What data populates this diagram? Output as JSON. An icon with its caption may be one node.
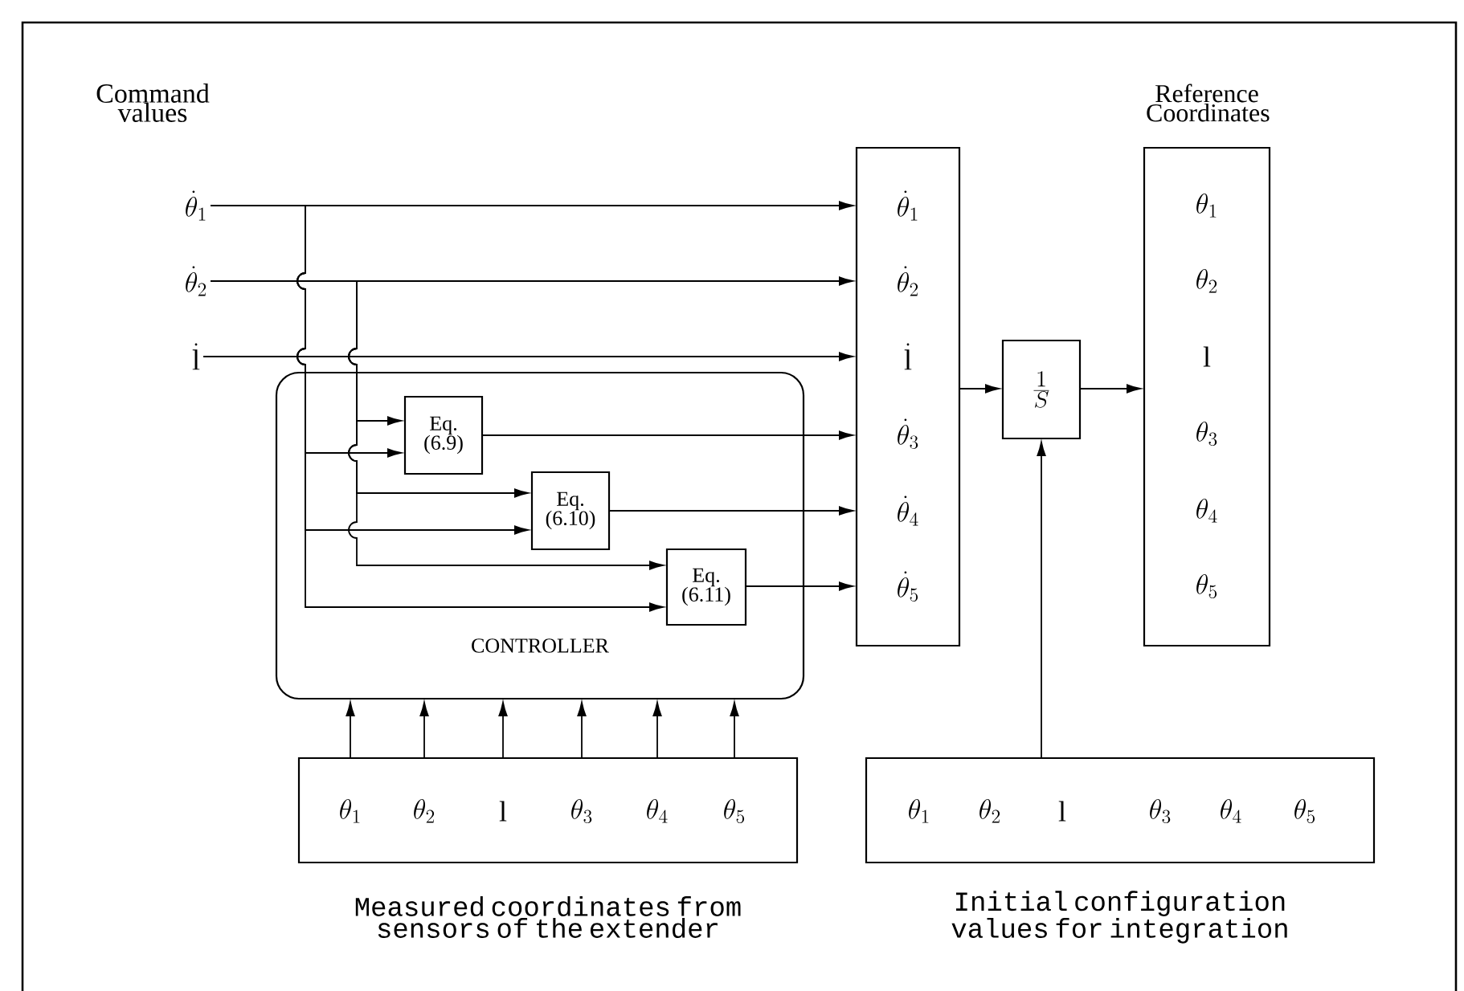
{
  "diagram": {
    "nodes": [
      {
        "text": [
          "\\dot{\\theta}_{1}"
        ]
      },
      {
        "text": [
          "\\dot{\\theta}_{2}"
        ]
      },
      {
        "text": [
          "\\dot{\\mathrm{l}}"
        ]
      },
      {
        "text": [
          "CONTROLLER"
        ]
      },
      {
        "text": [
          "Eq. (6.9)"
        ],
        "in": 3
      },
      {
        "text": [
          "Eq. (6.10)"
        ],
        "in": 3
      },
      {
        "text": [
          "Eq. (6.11)"
        ],
        "in": 3
      },
      {
        "text": [
          "\\dot{\\theta}_{1}",
          "\\dot{\\theta}_{2}",
          "\\dot{\\mathrm{l}}",
          "\\dot{\\theta}_{3}",
          "\\dot{\\theta}_{4}",
          "\\dot{\\theta}_{5}"
        ]
      },
      {
        "text": [
          "\\frac{1}{S}"
        ]
      },
      {
        "text": [
          "Reference Coordinates",
          "\\theta_{1}",
          "\\theta_{2}",
          "\\mathrm{l}",
          "\\theta_{3}",
          "\\theta_{4}",
          "\\theta_{5}"
        ]
      },
      {
        "text": [
          "\\theta_{1}",
          "\\theta_{2}",
          "\\mathrm{l}",
          "\\theta_{3}",
          "\\theta_{4}",
          "\\theta_{5}"
        ],
        "beside": [
          "Measured coordinates from sensors of the extender"
        ]
      },
      {
        "text": [
          "\\theta_{1}",
          "\\theta_{2}",
          "\\mathrm{l}",
          "\\theta_{3}",
          "\\theta_{4}",
          "\\theta_{5}"
        ],
        "beside": [
          "Initial configuration values for integration"
        ]
      }
    ],
    "edges": [
      {
        "from": 0,
        "to": 7,
        "arrow": "to"
      },
      {
        "from": 1,
        "to": 7,
        "arrow": "to"
      },
      {
        "from": 2,
        "to": 7,
        "arrow": "to"
      },
      {
        "from": 0,
        "to": 4,
        "arrow": "to"
      },
      {
        "from": 0,
        "to": 5,
        "arrow": "to"
      },
      {
        "from": 0,
        "to": 6,
        "arrow": "to"
      },
      {
        "from": 1,
        "to": 4,
        "arrow": "to"
      },
      {
        "from": 1,
        "to": 5,
        "arrow": "to"
      },
      {
        "from": 1,
        "to": 6,
        "arrow": "to"
      },
      {
        "from": 4,
        "to": 7,
        "arrow": "to"
      },
      {
        "from": 5,
        "to": 7,
        "arrow": "to"
      },
      {
        "from": 6,
        "to": 7,
        "arrow": "to"
      },
      {
        "from": 7,
        "to": 8,
        "arrow": "to"
      },
      {
        "from": 8,
        "to": 9,
        "arrow": "to"
      },
      {
        "from": 10,
        "to": 3,
        "arrow": "to"
      },
      {
        "from": 10,
        "to": 3,
        "arrow": "to"
      },
      {
        "from": 10,
        "to": 3,
        "arrow": "to"
      },
      {
        "from": 10,
        "to": 3,
        "arrow": "to"
      },
      {
        "from": 10,
        "to": 3,
        "arrow": "to"
      },
      {
        "from": 10,
        "to": 3,
        "arrow": "to"
      },
      {
        "from": 11,
        "to": 8,
        "arrow": "to"
      }
    ],
    "labels": [
      "Command values"
    ]
  }
}
